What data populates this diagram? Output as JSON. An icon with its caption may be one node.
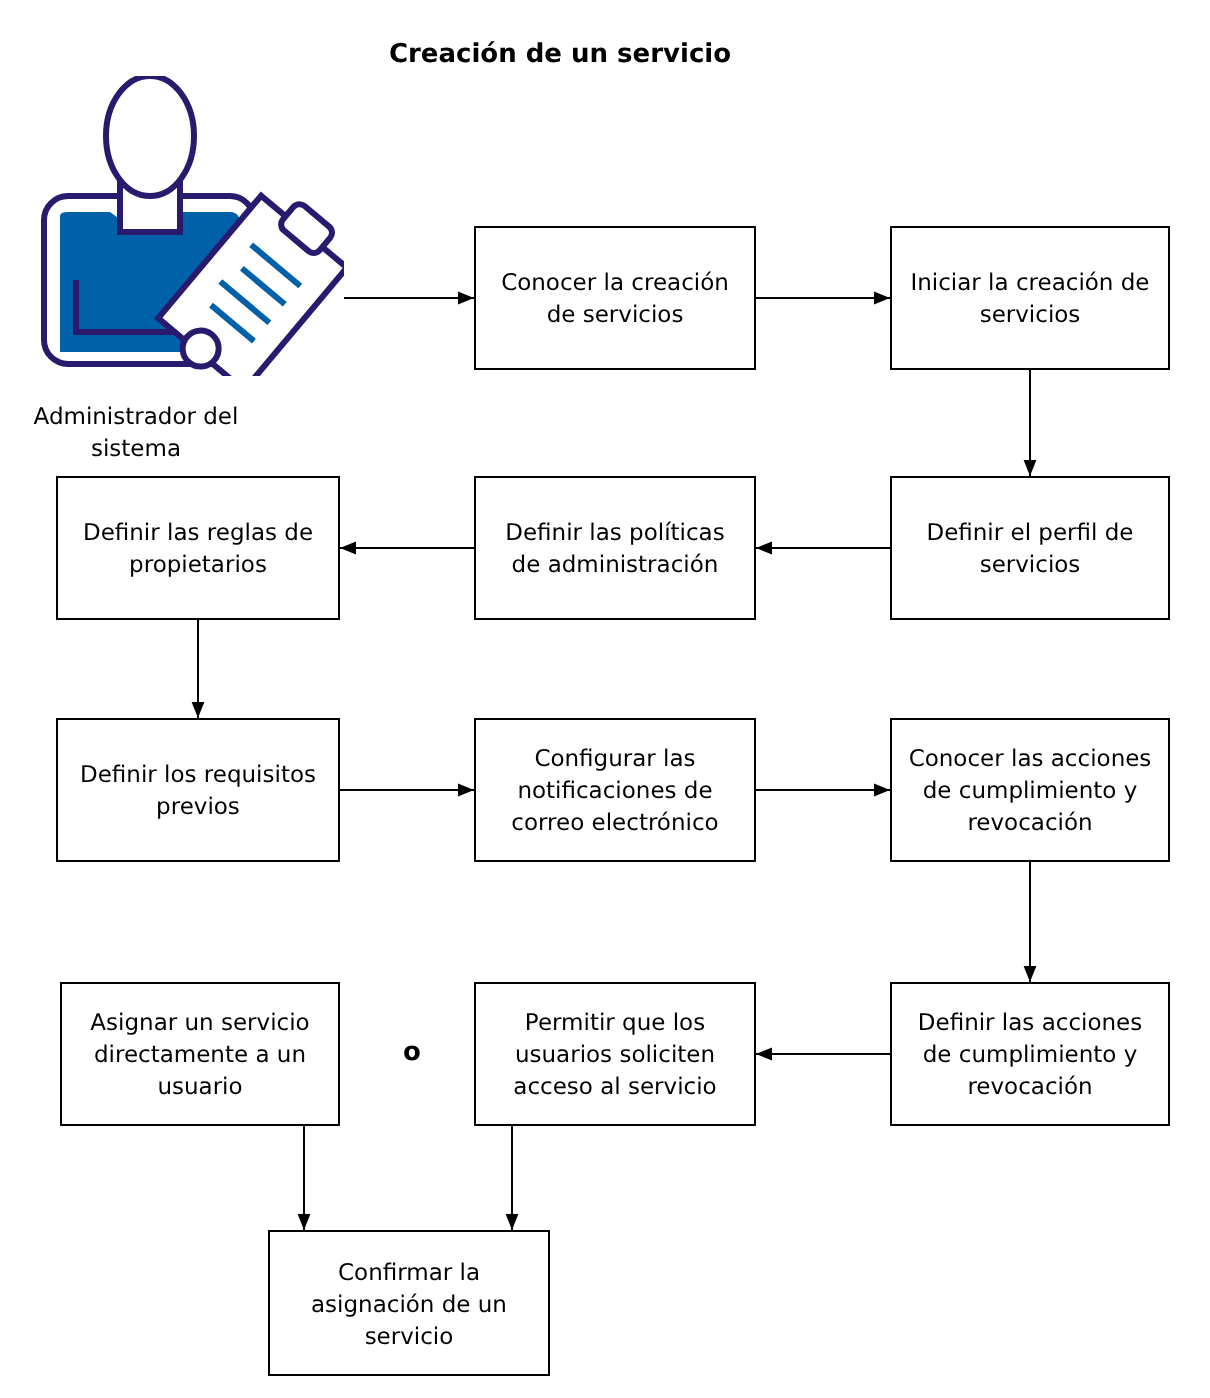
{
  "diagram": {
    "title": "Creación de un servicio",
    "nodes": [
      {
        "text": [],
        "shape": "person",
        "beside": [
          "Administrador del sistema"
        ]
      },
      {
        "text": [
          "Conocer la creación de servicios"
        ]
      },
      {
        "text": [
          "Iniciar la creación de servicios"
        ]
      },
      {
        "text": [
          "Definir el perfil de servicios"
        ]
      },
      {
        "text": [
          "Definir las políticas de administración"
        ]
      },
      {
        "text": [
          "Definir las reglas de propietarios"
        ]
      },
      {
        "text": [
          "Definir los requisitos previos"
        ]
      },
      {
        "text": [
          "Configurar las notificaciones de correo electrónico"
        ]
      },
      {
        "text": [
          "Conocer las acciones de cumplimiento y revocación"
        ]
      },
      {
        "text": [
          "Definir las acciones de cumplimiento y revocación"
        ]
      },
      {
        "text": [
          "Permitir que los usuarios soliciten acceso al servicio"
        ]
      },
      {
        "text": [
          "Asignar un servicio directamente a un usuario"
        ]
      },
      {
        "text": [
          "Confirmar la asignación de un servicio"
        ]
      }
    ],
    "edges": [
      {
        "from": 0,
        "to": 1,
        "arrow": "to"
      },
      {
        "from": 1,
        "to": 2,
        "arrow": "to"
      },
      {
        "from": 2,
        "to": 3,
        "arrow": "to"
      },
      {
        "from": 3,
        "to": 4,
        "arrow": "to"
      },
      {
        "from": 4,
        "to": 5,
        "arrow": "to"
      },
      {
        "from": 5,
        "to": 6,
        "arrow": "to"
      },
      {
        "from": 6,
        "to": 7,
        "arrow": "to"
      },
      {
        "from": 7,
        "to": 8,
        "arrow": "to"
      },
      {
        "from": 8,
        "to": 9,
        "arrow": "to"
      },
      {
        "from": 9,
        "to": 10,
        "arrow": "to"
      },
      {
        "from": 11,
        "to": 12,
        "arrow": "to"
      },
      {
        "from": 10,
        "to": 12,
        "arrow": "to"
      }
    ],
    "labels": [
      "o"
    ]
  }
}
